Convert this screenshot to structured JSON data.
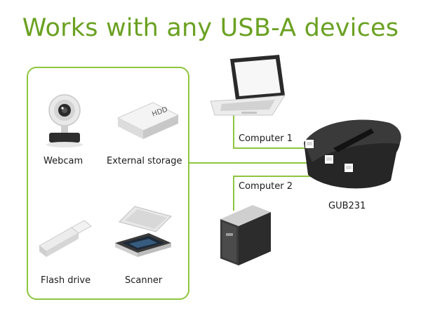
{
  "title": "Works with any USB-A devices",
  "devices": [
    {
      "label": "Webcam",
      "icon": "webcam-icon"
    },
    {
      "label": "External storage",
      "icon": "hdd-icon",
      "badge": "HDD"
    },
    {
      "label": "Flash drive",
      "icon": "flash-drive-icon"
    },
    {
      "label": "Scanner",
      "icon": "scanner-icon"
    }
  ],
  "computers": [
    {
      "label": "Computer 1",
      "icon": "laptop-icon"
    },
    {
      "label": "Computer 2",
      "icon": "desktop-tower-icon"
    }
  ],
  "switch": {
    "label": "GUB231",
    "icon": "usb-switch-icon"
  },
  "colors": {
    "accent": "#6aa121",
    "line": "#8dc63f",
    "text": "#1a1a1a"
  }
}
